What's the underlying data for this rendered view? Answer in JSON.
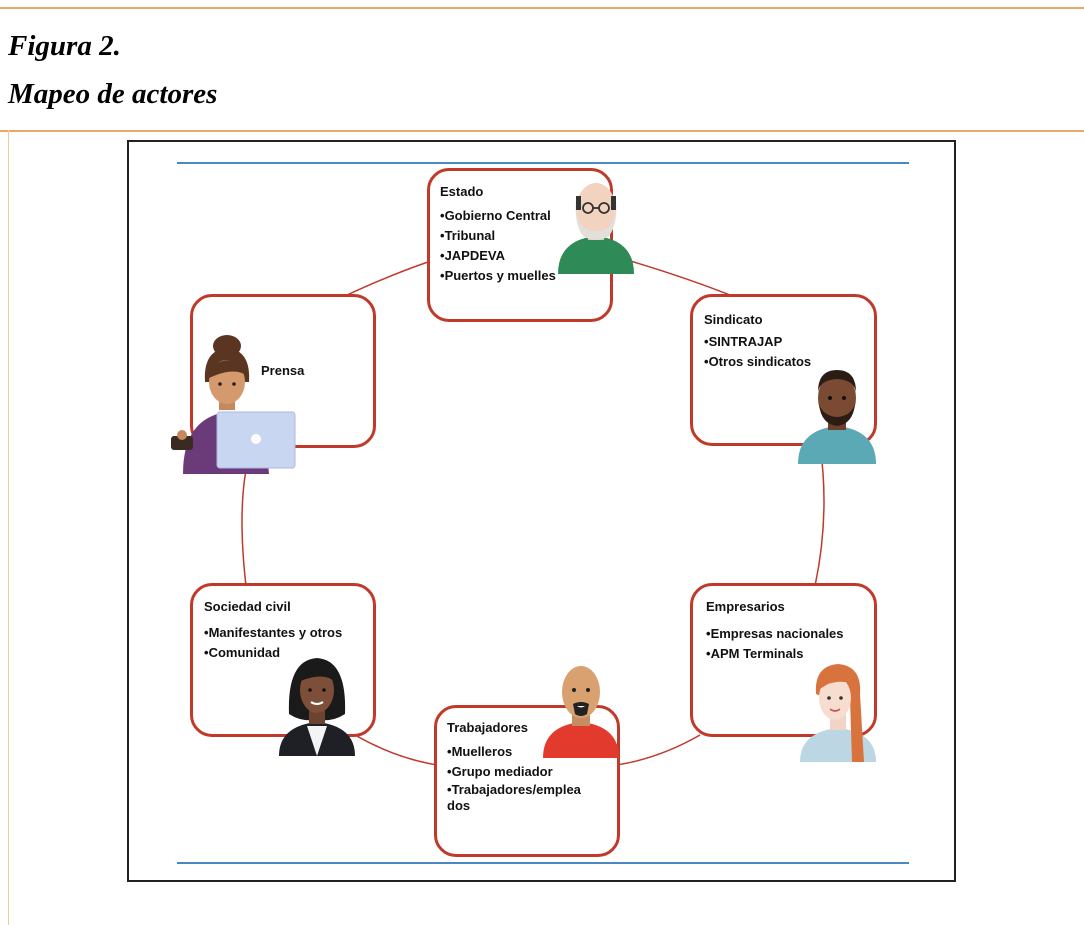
{
  "figure": {
    "number": "Figura 2.",
    "title": "Mapeo de actores"
  },
  "actors": {
    "estado": {
      "title": "Estado",
      "items": [
        "Gobierno Central",
        "Tribunal",
        "JAPDEVA",
        "Puertos y muelles"
      ]
    },
    "sindicato": {
      "title": "Sindicato",
      "items": [
        "SINTRAJAP",
        "Otros sindicatos"
      ]
    },
    "empresarios": {
      "title": "Empresarios",
      "items": [
        "Empresas nacionales",
        "APM Terminals"
      ]
    },
    "trabajadores": {
      "title": "Trabajadores",
      "items": [
        "Muelleros",
        "Grupo mediador",
        "Trabajadores/emplea dos"
      ]
    },
    "sociedad": {
      "title": "Sociedad civil",
      "items": [
        "Manifestantes y otros",
        "Comunidad"
      ]
    },
    "prensa": {
      "title": "Prensa"
    }
  },
  "colors": {
    "box_border": "#c0392b",
    "connector": "#c0392b",
    "rule_orange": "#e8a867",
    "rule_blue": "#4a88c2"
  }
}
